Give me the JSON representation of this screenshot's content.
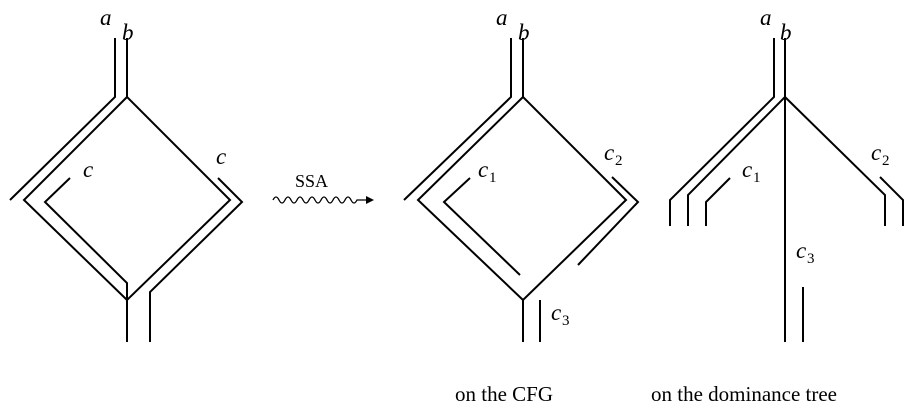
{
  "left": {
    "var_a": "a",
    "var_b": "b",
    "var_c_left": "c",
    "var_c_right": "c"
  },
  "transform": {
    "label": "SSA"
  },
  "cfg": {
    "var_a": "a",
    "var_b": "b",
    "c1_base": "c",
    "c1_sub": "1",
    "c2_base": "c",
    "c2_sub": "2",
    "c3_base": "c",
    "c3_sub": "3",
    "caption": "on the CFG"
  },
  "domtree": {
    "var_a": "a",
    "var_b": "b",
    "c1_base": "c",
    "c1_sub": "1",
    "c2_base": "c",
    "c2_sub": "2",
    "c3_base": "c",
    "c3_sub": "3",
    "caption": "on the dominance tree"
  }
}
